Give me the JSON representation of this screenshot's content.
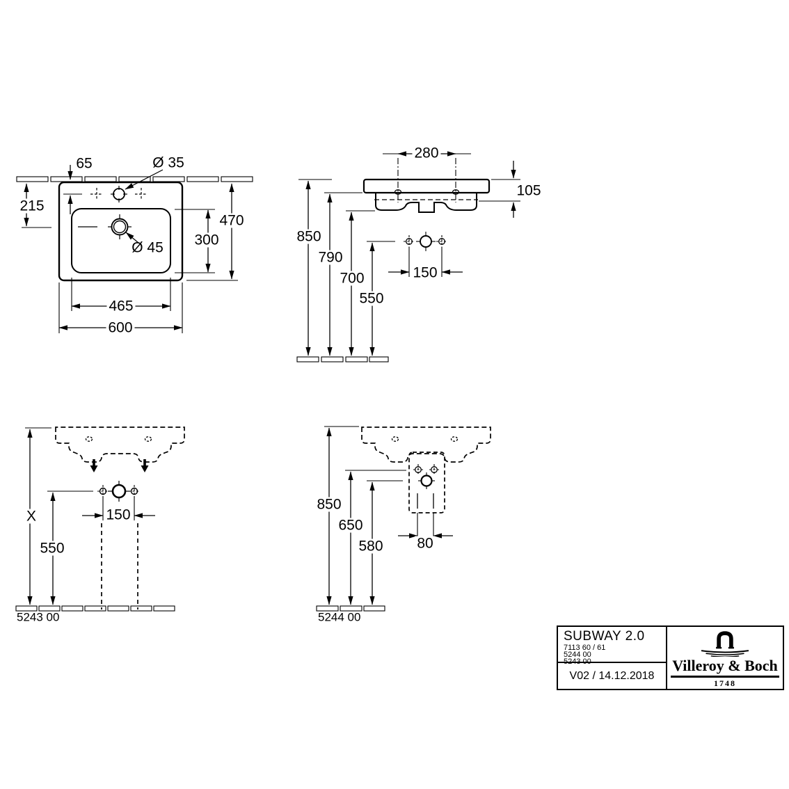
{
  "drawing": {
    "plan_view": {
      "dims": {
        "tap_offset": "65",
        "tap_hole_dia": "Ø 35",
        "rear_to_drain": "215",
        "depth": "470",
        "bowl_depth": "300",
        "drain_dia": "Ø 45",
        "bowl_width": "465",
        "width": "600"
      }
    },
    "side_view": {
      "dims": {
        "fixing_centers": "280",
        "rim_height": "105",
        "rim_top_height": "850",
        "rim_bottom_height": "790",
        "bowl_bottom_height": "700",
        "drain_height": "550",
        "drain_centers": "150"
      }
    },
    "pedestal_view": {
      "code": "5243 00",
      "dims": {
        "height": "X",
        "drain_height": "550",
        "drain_centers": "150"
      }
    },
    "cover_view": {
      "code": "5244 00",
      "dims": {
        "rim_top_height": "850",
        "hole_height": "650",
        "drain_height": "580",
        "supply_centers": "80"
      }
    }
  },
  "title_block": {
    "product": "SUBWAY 2.0",
    "article_numbers": [
      "7113 60 / 61",
      "5244 00",
      "5243 00"
    ],
    "revision": "V02 / 14.12.2018",
    "brand": "Villeroy & Boch",
    "brand_founded": "1748"
  }
}
